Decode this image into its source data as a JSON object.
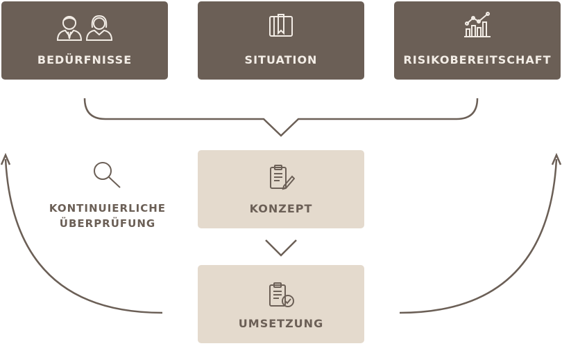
{
  "top_boxes": [
    {
      "label": "BEDÜRFNISSE",
      "icon": "people-icon"
    },
    {
      "label": "SITUATION",
      "icon": "folder-icon"
    },
    {
      "label": "RISIKOBEREITSCHAFT",
      "icon": "growth-chart-icon"
    }
  ],
  "concept": {
    "label": "KONZEPT",
    "icon": "clipboard-pencil-icon"
  },
  "implementation": {
    "label": "UMSETZUNG",
    "icon": "clipboard-check-icon"
  },
  "review": {
    "line1": "KONTINUIERLICHE",
    "line2": "ÜBERPRÜFUNG",
    "icon": "magnifier-icon"
  },
  "colors": {
    "dark": "#6b5f56",
    "light": "#e4dacd",
    "text_light": "#f3ede6"
  }
}
